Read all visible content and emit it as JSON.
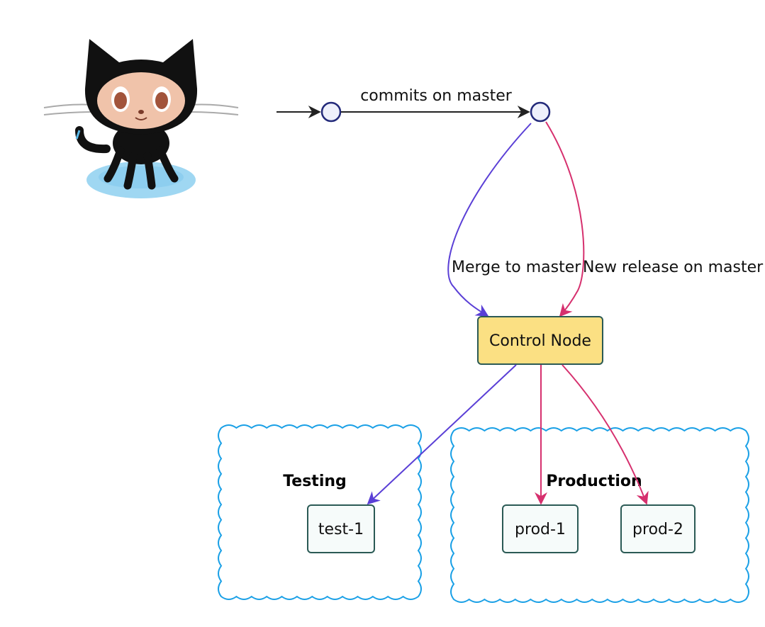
{
  "edges": {
    "commits_label": "commits on master",
    "merge_label": "Merge to master",
    "release_label": "New release on master"
  },
  "nodes": {
    "control": "Control Node",
    "test1": "test-1",
    "prod1": "prod-1",
    "prod2": "prod-2"
  },
  "groups": {
    "testing": "Testing",
    "production": "Production"
  },
  "colors": {
    "commit_arrow": "#222222",
    "merge_arrow": "#5a3fd6",
    "release_arrow": "#d6306e",
    "cloud_outline": "#1aa0e6",
    "control_fill": "#fbe083",
    "node_border": "#2b5a55",
    "host_fill": "#f6fbfa",
    "commit_node_fill": "#eef0fb",
    "commit_node_stroke": "#232a7a"
  },
  "icons": {
    "logo": "github-octocat-icon"
  }
}
